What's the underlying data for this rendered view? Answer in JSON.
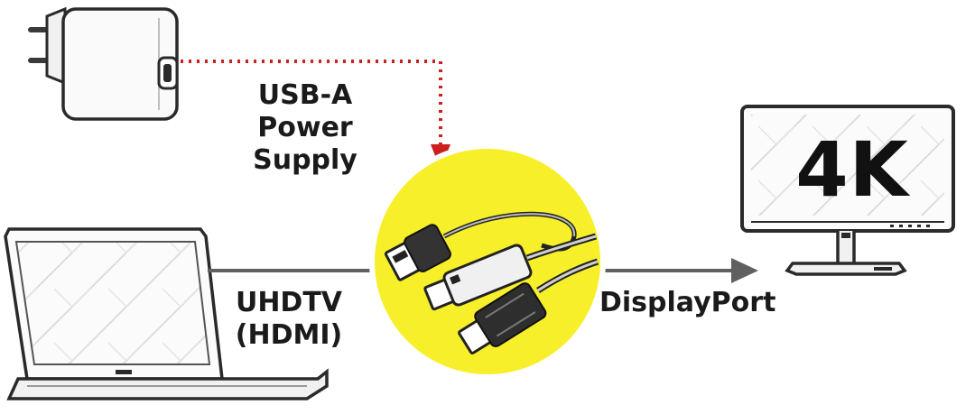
{
  "labels": {
    "power_line1": "USB-A",
    "power_line2": "Power Supply",
    "input_line1": "UHDTV",
    "input_line2": "(HDMI)",
    "output": "DisplayPort",
    "resolution": "4K"
  },
  "colors": {
    "highlight": "#f7ef2a",
    "power_arrow": "#cc1f1f",
    "signal_arrow": "#606060",
    "device_outline": "#2a2a2a"
  },
  "icons": {
    "power_supply": "usb-power-adapter-icon",
    "laptop": "laptop-icon",
    "adapter": "hdmi-to-displayport-cable-icon",
    "monitor": "monitor-icon"
  }
}
